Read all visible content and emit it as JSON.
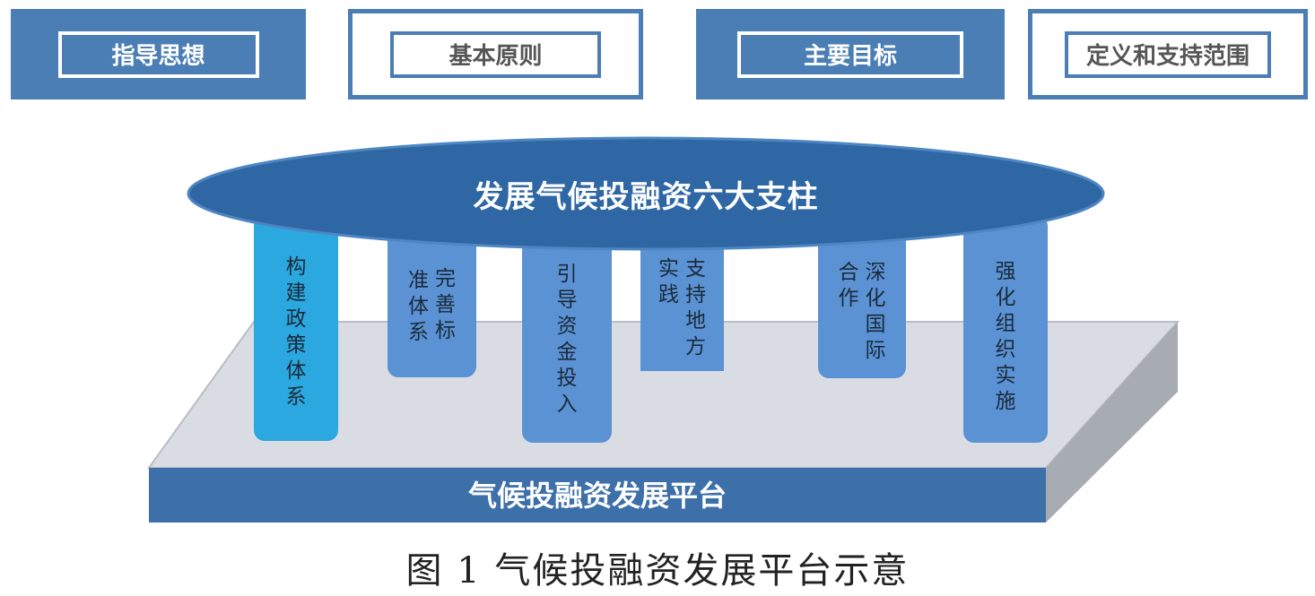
{
  "top_boxes": [
    {
      "label": "指导思想",
      "style": "filled"
    },
    {
      "label": "基本原则",
      "style": "outlined"
    },
    {
      "label": "主要目标",
      "style": "filled"
    },
    {
      "label": "定义和支持范围",
      "style": "outlined"
    }
  ],
  "ellipse_label": "发展气候投融资六大支柱",
  "pillars": [
    {
      "columns": [
        "构建政策体系"
      ]
    },
    {
      "columns": [
        "完善标",
        "准体系"
      ]
    },
    {
      "columns": [
        "引导资金投入"
      ]
    },
    {
      "columns": [
        "支持地方",
        "实践"
      ]
    },
    {
      "columns": [
        "深化国际",
        "合作"
      ]
    },
    {
      "columns": [
        "强化组织实施"
      ]
    }
  ],
  "platform_label": "气候投融资发展平台",
  "caption": "图 1  气候投融资发展平台示意",
  "colors": {
    "primary_blue": "#4b7eb5",
    "ellipse_blue": "#2f67a5",
    "pillar_blue": "#5b92d4",
    "pillar_accent": "#2aa8df",
    "platform_top": "#d9dde3",
    "platform_side": "#a7abb2"
  }
}
